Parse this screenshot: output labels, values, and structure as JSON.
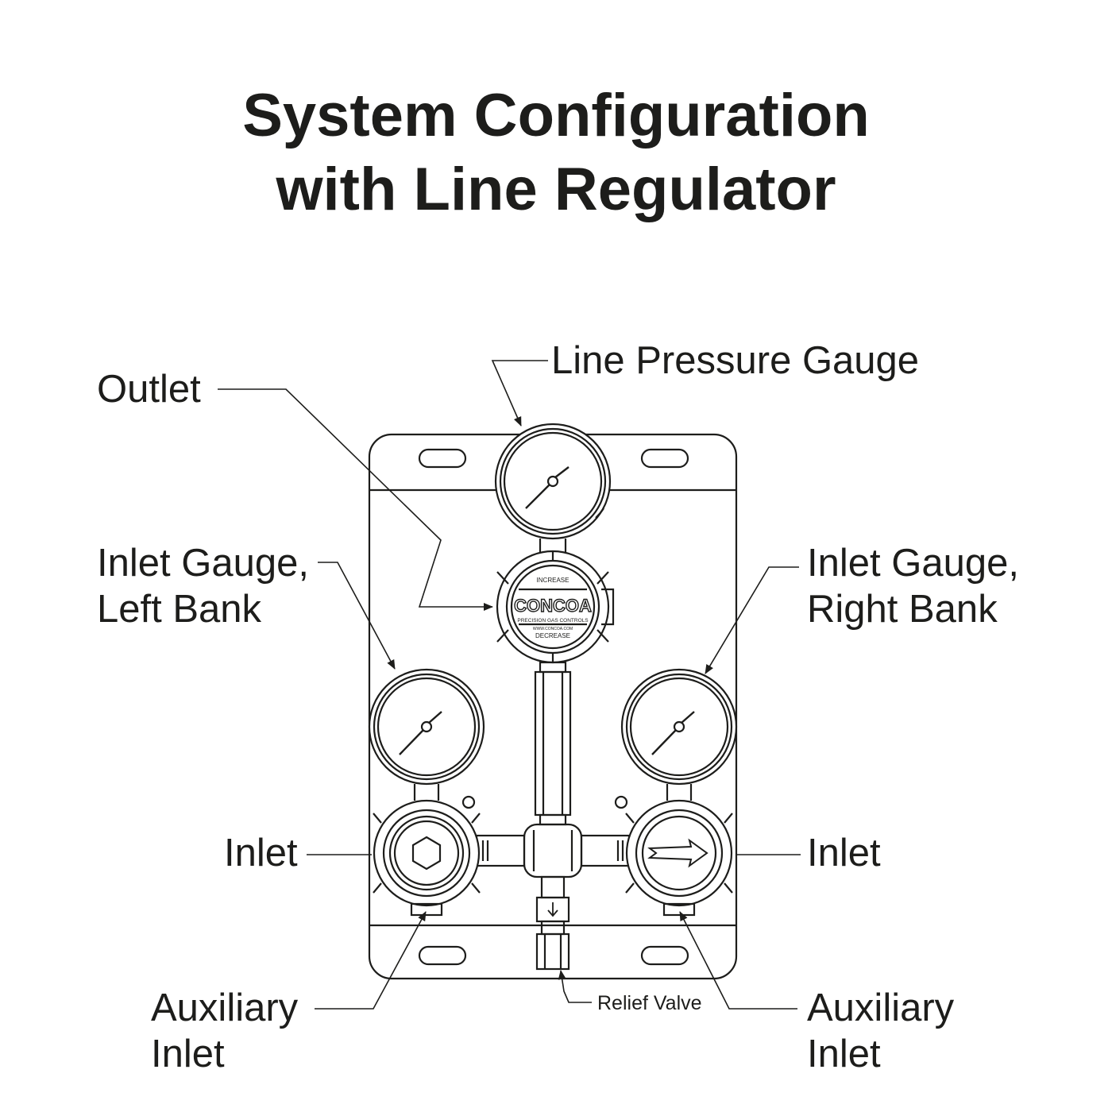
{
  "title": {
    "line1": "System Configuration",
    "line2": "with Line Regulator"
  },
  "labels": {
    "line_pressure_gauge": "Line Pressure Gauge",
    "outlet": "Outlet",
    "inlet_gauge_left": [
      "Inlet Gauge,",
      "Left Bank"
    ],
    "inlet_gauge_right": [
      "Inlet Gauge,",
      "Right Bank"
    ],
    "inlet_left": "Inlet",
    "inlet_right": "Inlet",
    "auxiliary_inlet_left": [
      "Auxiliary",
      "Inlet"
    ],
    "auxiliary_inlet_right": [
      "Auxiliary",
      "Inlet"
    ],
    "relief_valve": "Relief Valve"
  },
  "regulator_stamp": {
    "brand": "CONCOA",
    "subtitle": "PRECISION GAS CONTROLS",
    "top_text": "INCREASE",
    "bottom_text": "DECREASE",
    "url": "WWW.CONCOA.COM"
  },
  "colors": {
    "ink": "#1d1d1b",
    "background": "#ffffff"
  },
  "icons": {
    "inlet_left_nut": "hex-nut-icon",
    "inlet_right_flow": "flow-arrow-icon",
    "relief_valve_direction": "down-arrow-icon"
  }
}
